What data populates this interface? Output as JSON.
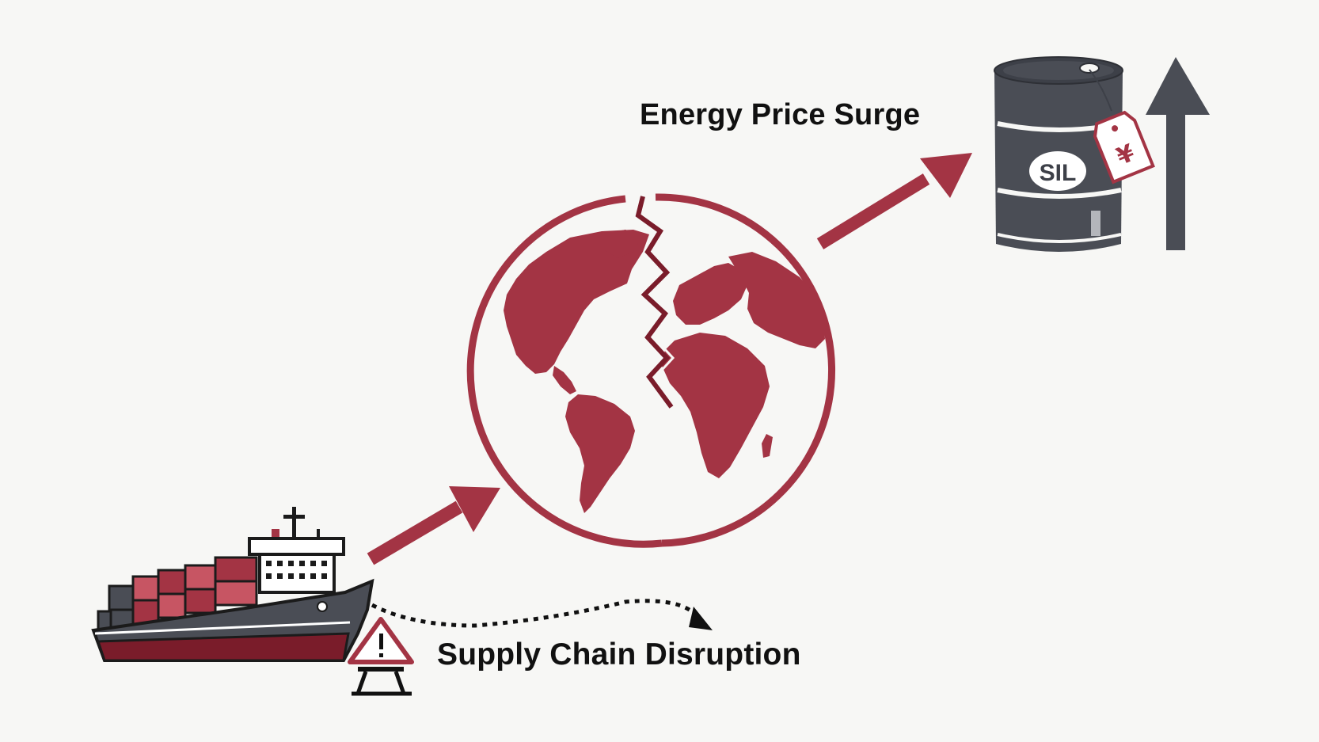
{
  "labels": {
    "energy_price_surge": "Energy Price Surge",
    "supply_chain_disruption": "Supply Chain Disruption"
  },
  "barrel": {
    "emblem": "SIL",
    "price_tag_symbol": "¥"
  },
  "icons": {
    "ship": "container-ship-icon",
    "warning": "warning-triangle-icon",
    "globe": "cracked-globe-icon",
    "barrel": "oil-barrel-icon",
    "tag": "price-tag-icon",
    "up_arrow": "up-arrow-icon"
  },
  "colors": {
    "background": "#f7f7f5",
    "accent_red": "#a33444",
    "dark_red": "#7a1c2a",
    "barrel_gray": "#4a4d55",
    "text": "#111111"
  }
}
